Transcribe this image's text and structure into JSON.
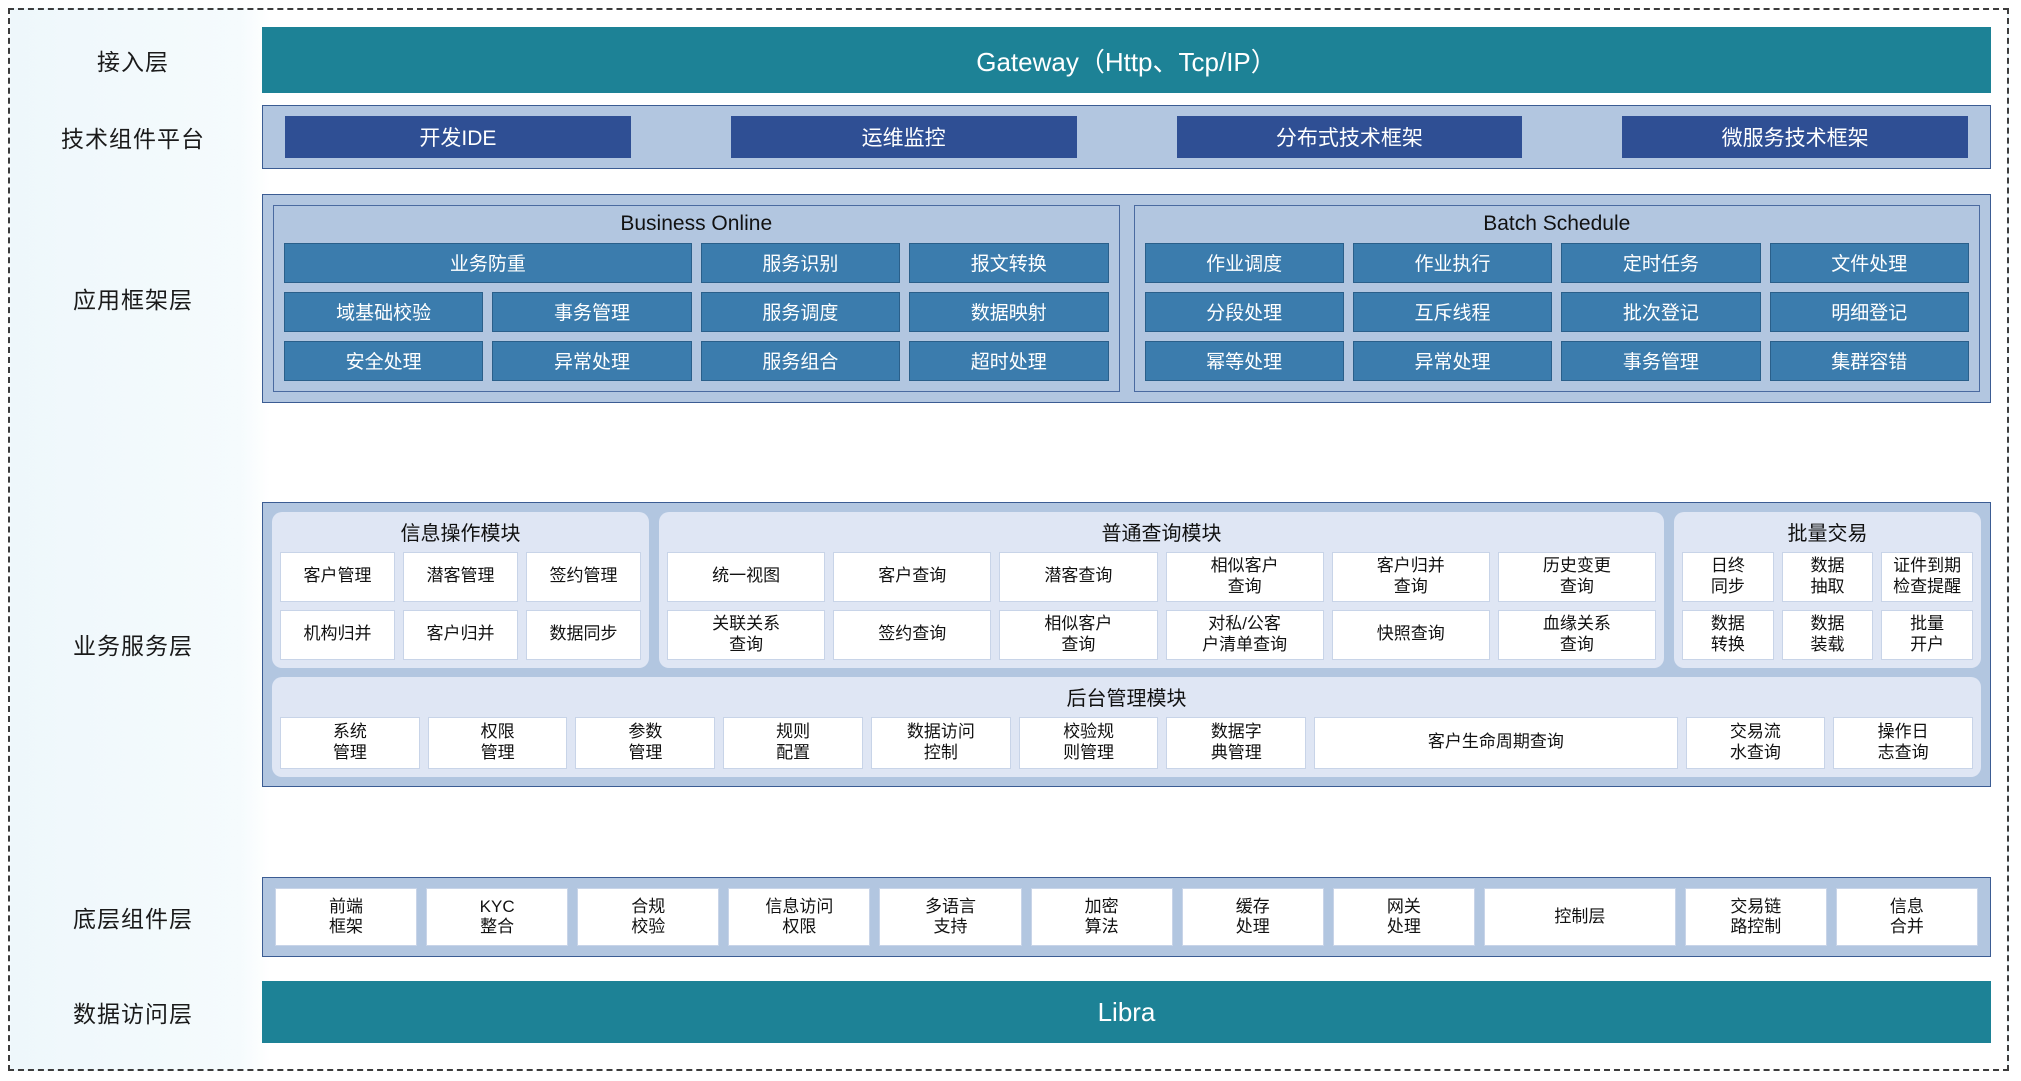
{
  "layers": {
    "access": {
      "label": "接入层",
      "bar": "Gateway（Http、Tcp/IP）"
    },
    "tech": {
      "label": "技术组件平台",
      "items": [
        "开发IDE",
        "运维监控",
        "分布式技术框架",
        "微服务技术框架"
      ]
    },
    "appframe": {
      "label": "应用框架层"
    },
    "service": {
      "label": "业务服务层"
    },
    "component": {
      "label": "底层组件层"
    },
    "data": {
      "label": "数据访问层",
      "bar": "Libra"
    }
  },
  "app_framework": {
    "business_online": {
      "title": "Business Online",
      "items": [
        "业务防重",
        "服务识别",
        "报文转换",
        "域基础校验",
        "事务管理",
        "服务调度",
        "数据映射",
        "安全处理",
        "异常处理",
        "服务组合",
        "超时处理"
      ]
    },
    "batch_schedule": {
      "title": "Batch Schedule",
      "items": [
        "作业调度",
        "作业执行",
        "定时任务",
        "文件处理",
        "分段处理",
        "互斥线程",
        "批次登记",
        "明细登记",
        "幂等处理",
        "异常处理",
        "事务管理",
        "集群容错"
      ]
    }
  },
  "business_service": {
    "info_module": {
      "title": "信息操作模块",
      "items": [
        "客户管理",
        "潜客管理",
        "签约管理",
        "机构归并",
        "客户归并",
        "数据同步"
      ]
    },
    "query_module": {
      "title": "普通查询模块",
      "items": [
        "统一视图",
        "客户查询",
        "潜客查询",
        "相似客户\n查询",
        "客户归并\n查询",
        "历史变更\n查询",
        "关联关系\n查询",
        "签约查询",
        "相似客户\n查询",
        "对私/公客\n户清单查询",
        "快照查询",
        "血缘关系\n查询"
      ]
    },
    "batch_module": {
      "title": "批量交易",
      "items": [
        "日终\n同步",
        "数据\n抽取",
        "证件到期\n检查提醒",
        "数据\n转换",
        "数据\n装载",
        "批量\n开户"
      ]
    },
    "admin_module": {
      "title": "后台管理模块",
      "items": [
        "系统\n管理",
        "权限\n管理",
        "参数\n管理",
        "规则\n配置",
        "数据访问\n控制",
        "校验规\n则管理",
        "数据字\n典管理",
        "客户生命周期查询",
        "交易流\n水查询",
        "操作日\n志查询"
      ]
    }
  },
  "bottom_components": {
    "items": [
      "前端\n框架",
      "KYC\n整合",
      "合规\n校验",
      "信息访问\n权限",
      "多语言\n支持",
      "加密\n算法",
      "缓存\n处理",
      "网关\n处理",
      "控制层",
      "交易链\n路控制",
      "信息\n合并"
    ]
  },
  "colors": {
    "teal": "#1d8296",
    "navy_chip": "#2f4f94",
    "blue_chip": "#3b7cad",
    "panel_blue": "#b2c6e0",
    "group_round": "#dfe6f4"
  }
}
